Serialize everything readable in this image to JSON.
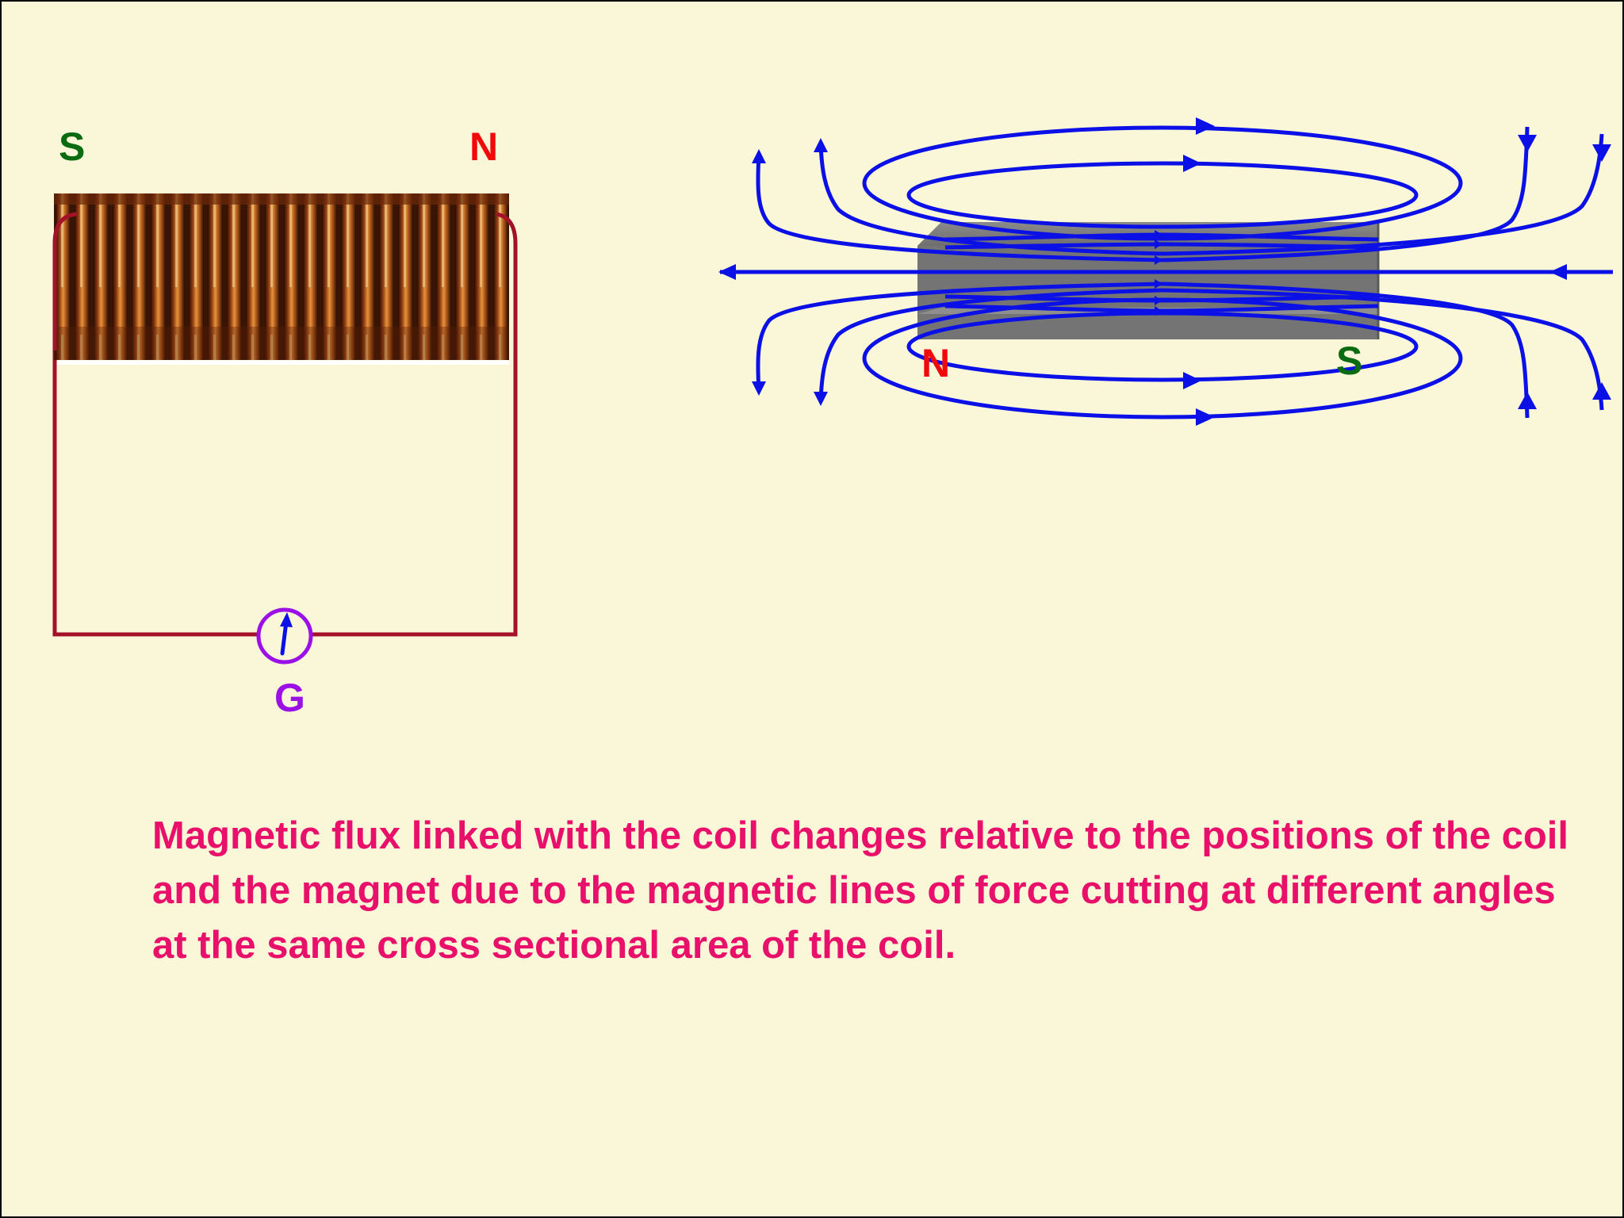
{
  "coil": {
    "left_pole": "S",
    "right_pole": "N"
  },
  "galvanometer": {
    "label": "G"
  },
  "magnet": {
    "left_pole": "N",
    "right_pole": "S"
  },
  "caption": "Magnetic flux linked with the coil changes relative to the positions of the coil and the magnet due to the magnetic lines of force cutting at different angles at the same cross sectional area of the coil.",
  "colors": {
    "background": "#faf7d8",
    "field_lines": "#0a10e6",
    "wire": "#a4122a",
    "north": "#f00a0a",
    "south": "#0b6b10",
    "galvanometer": "#9a10e6",
    "caption": "#e8106a"
  }
}
